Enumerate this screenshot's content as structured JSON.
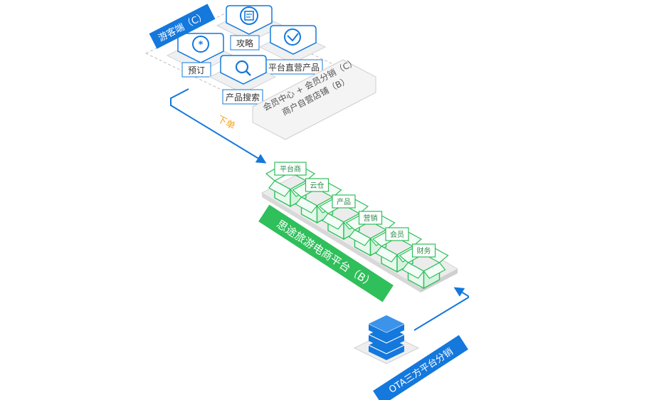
{
  "colors": {
    "blue": "#1478dc",
    "blue_dark": "#0d5db3",
    "green": "#2fbf5b",
    "green_light": "#e9f9ee",
    "gray_platform": "#e6e6e6",
    "gray_dashed": "#c8c8c8",
    "orange": "#f5a623",
    "text_dark": "#333333"
  },
  "tourist_side": {
    "banner": "游客端（C）",
    "tiles": [
      {
        "label": "预订",
        "icon": "asterisk-circle-icon"
      },
      {
        "label": "攻略",
        "icon": "document-pen-icon"
      },
      {
        "label": "平台直营产品",
        "icon": "check-badge-icon"
      },
      {
        "label": "产品搜索",
        "icon": "magnifier-icon"
      }
    ]
  },
  "member_panel": {
    "line1": "会员中心 + 会员分销（C）",
    "line2": "商户自营店铺（B）"
  },
  "flow_label": "下单",
  "platform": {
    "banner": "思途旅游电商平台（B）",
    "boxes": [
      "平台商",
      "云仓",
      "产品",
      "营销",
      "会员",
      "财务"
    ]
  },
  "ota": {
    "banner": "OTA三方平台分销",
    "icon": "server-stack-icon"
  }
}
